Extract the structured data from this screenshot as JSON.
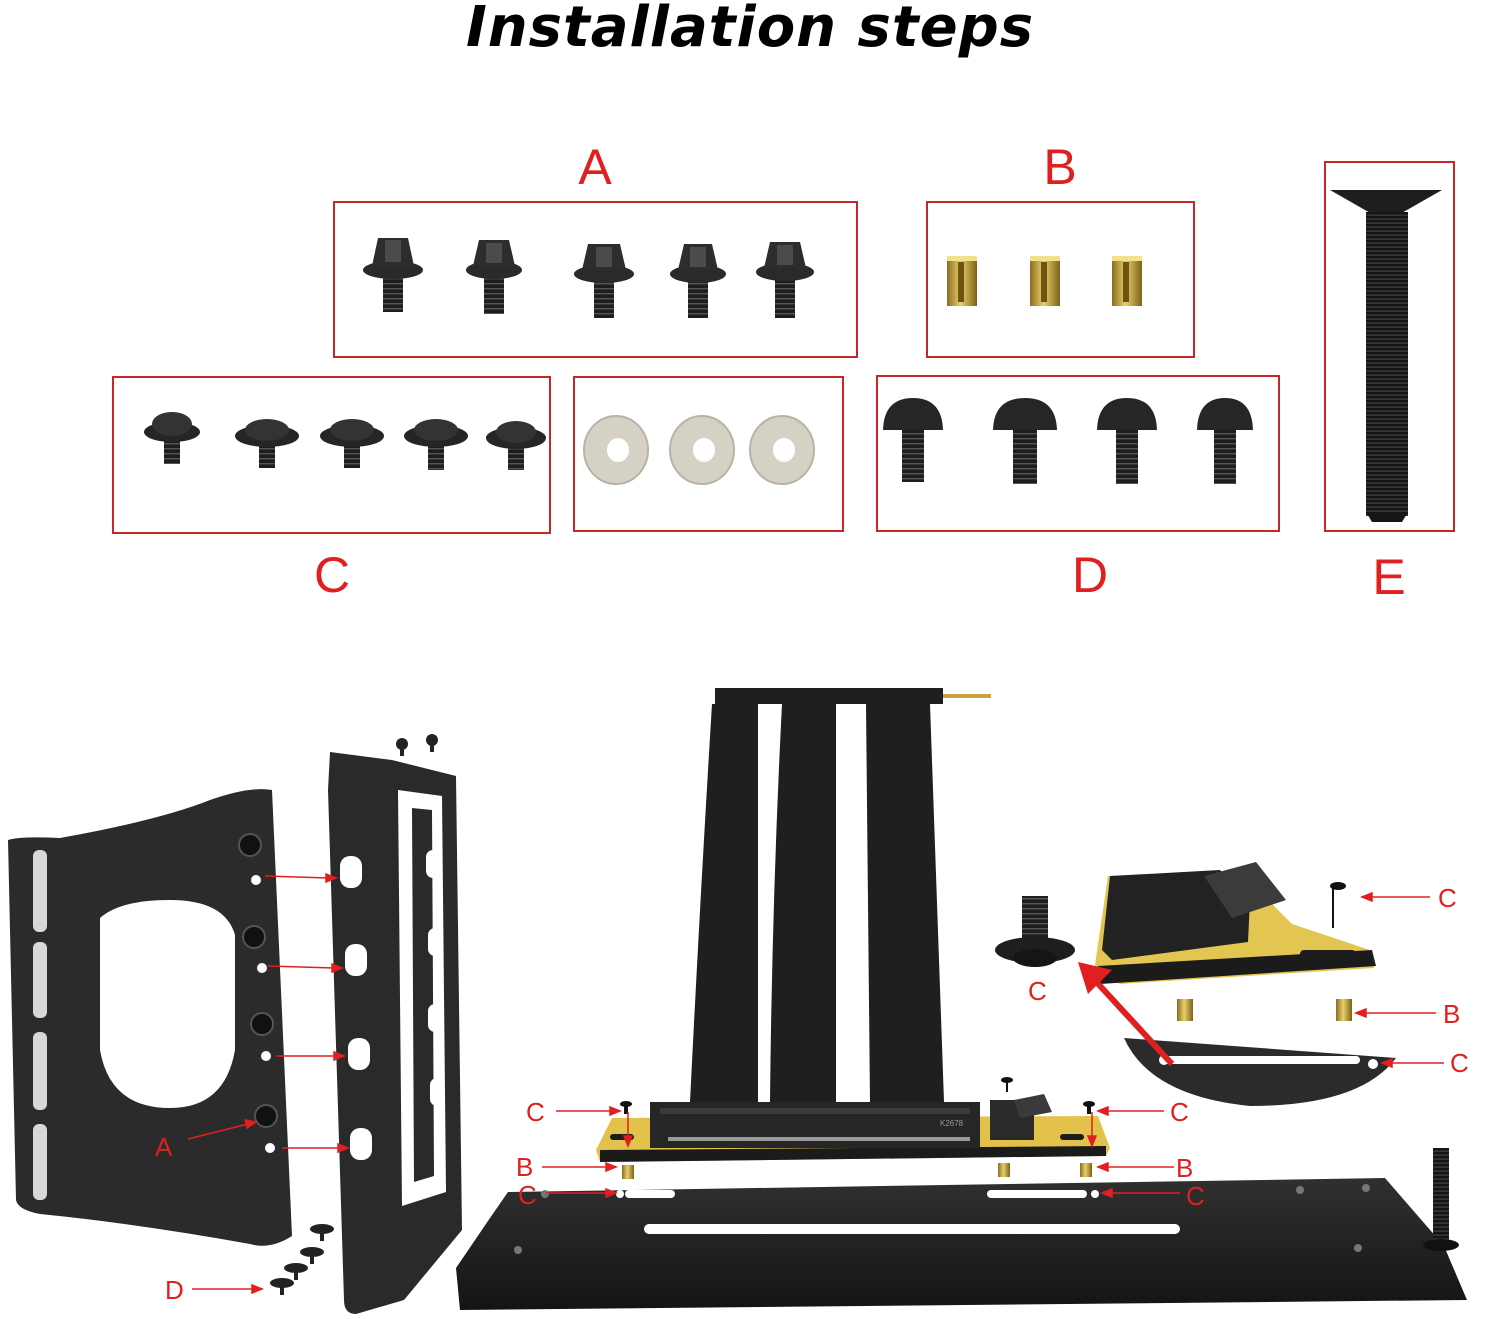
{
  "title": "Installation steps",
  "groups": {
    "a": "A",
    "b": "B",
    "c": "C",
    "d": "D",
    "e": "E"
  },
  "callouts": {
    "bracket_screw": "A",
    "bracket_bottom_screw": "D",
    "board_left_top": "C",
    "board_right_top": "C",
    "standoff_left": "B",
    "standoff_right": "B",
    "base_left": "C",
    "base_right": "C",
    "zoom_top_screw": "C",
    "zoom_loose_screw": "C",
    "zoom_standoff": "B",
    "zoom_base": "C"
  },
  "board_marking": "K2678",
  "colors": {
    "accent_red": "#e02020",
    "box_red": "#c62828",
    "metal_black": "#222222",
    "brass": "#c9a43a",
    "washer": "#d8d3c8",
    "pcb_gold": "#e9c94a"
  }
}
